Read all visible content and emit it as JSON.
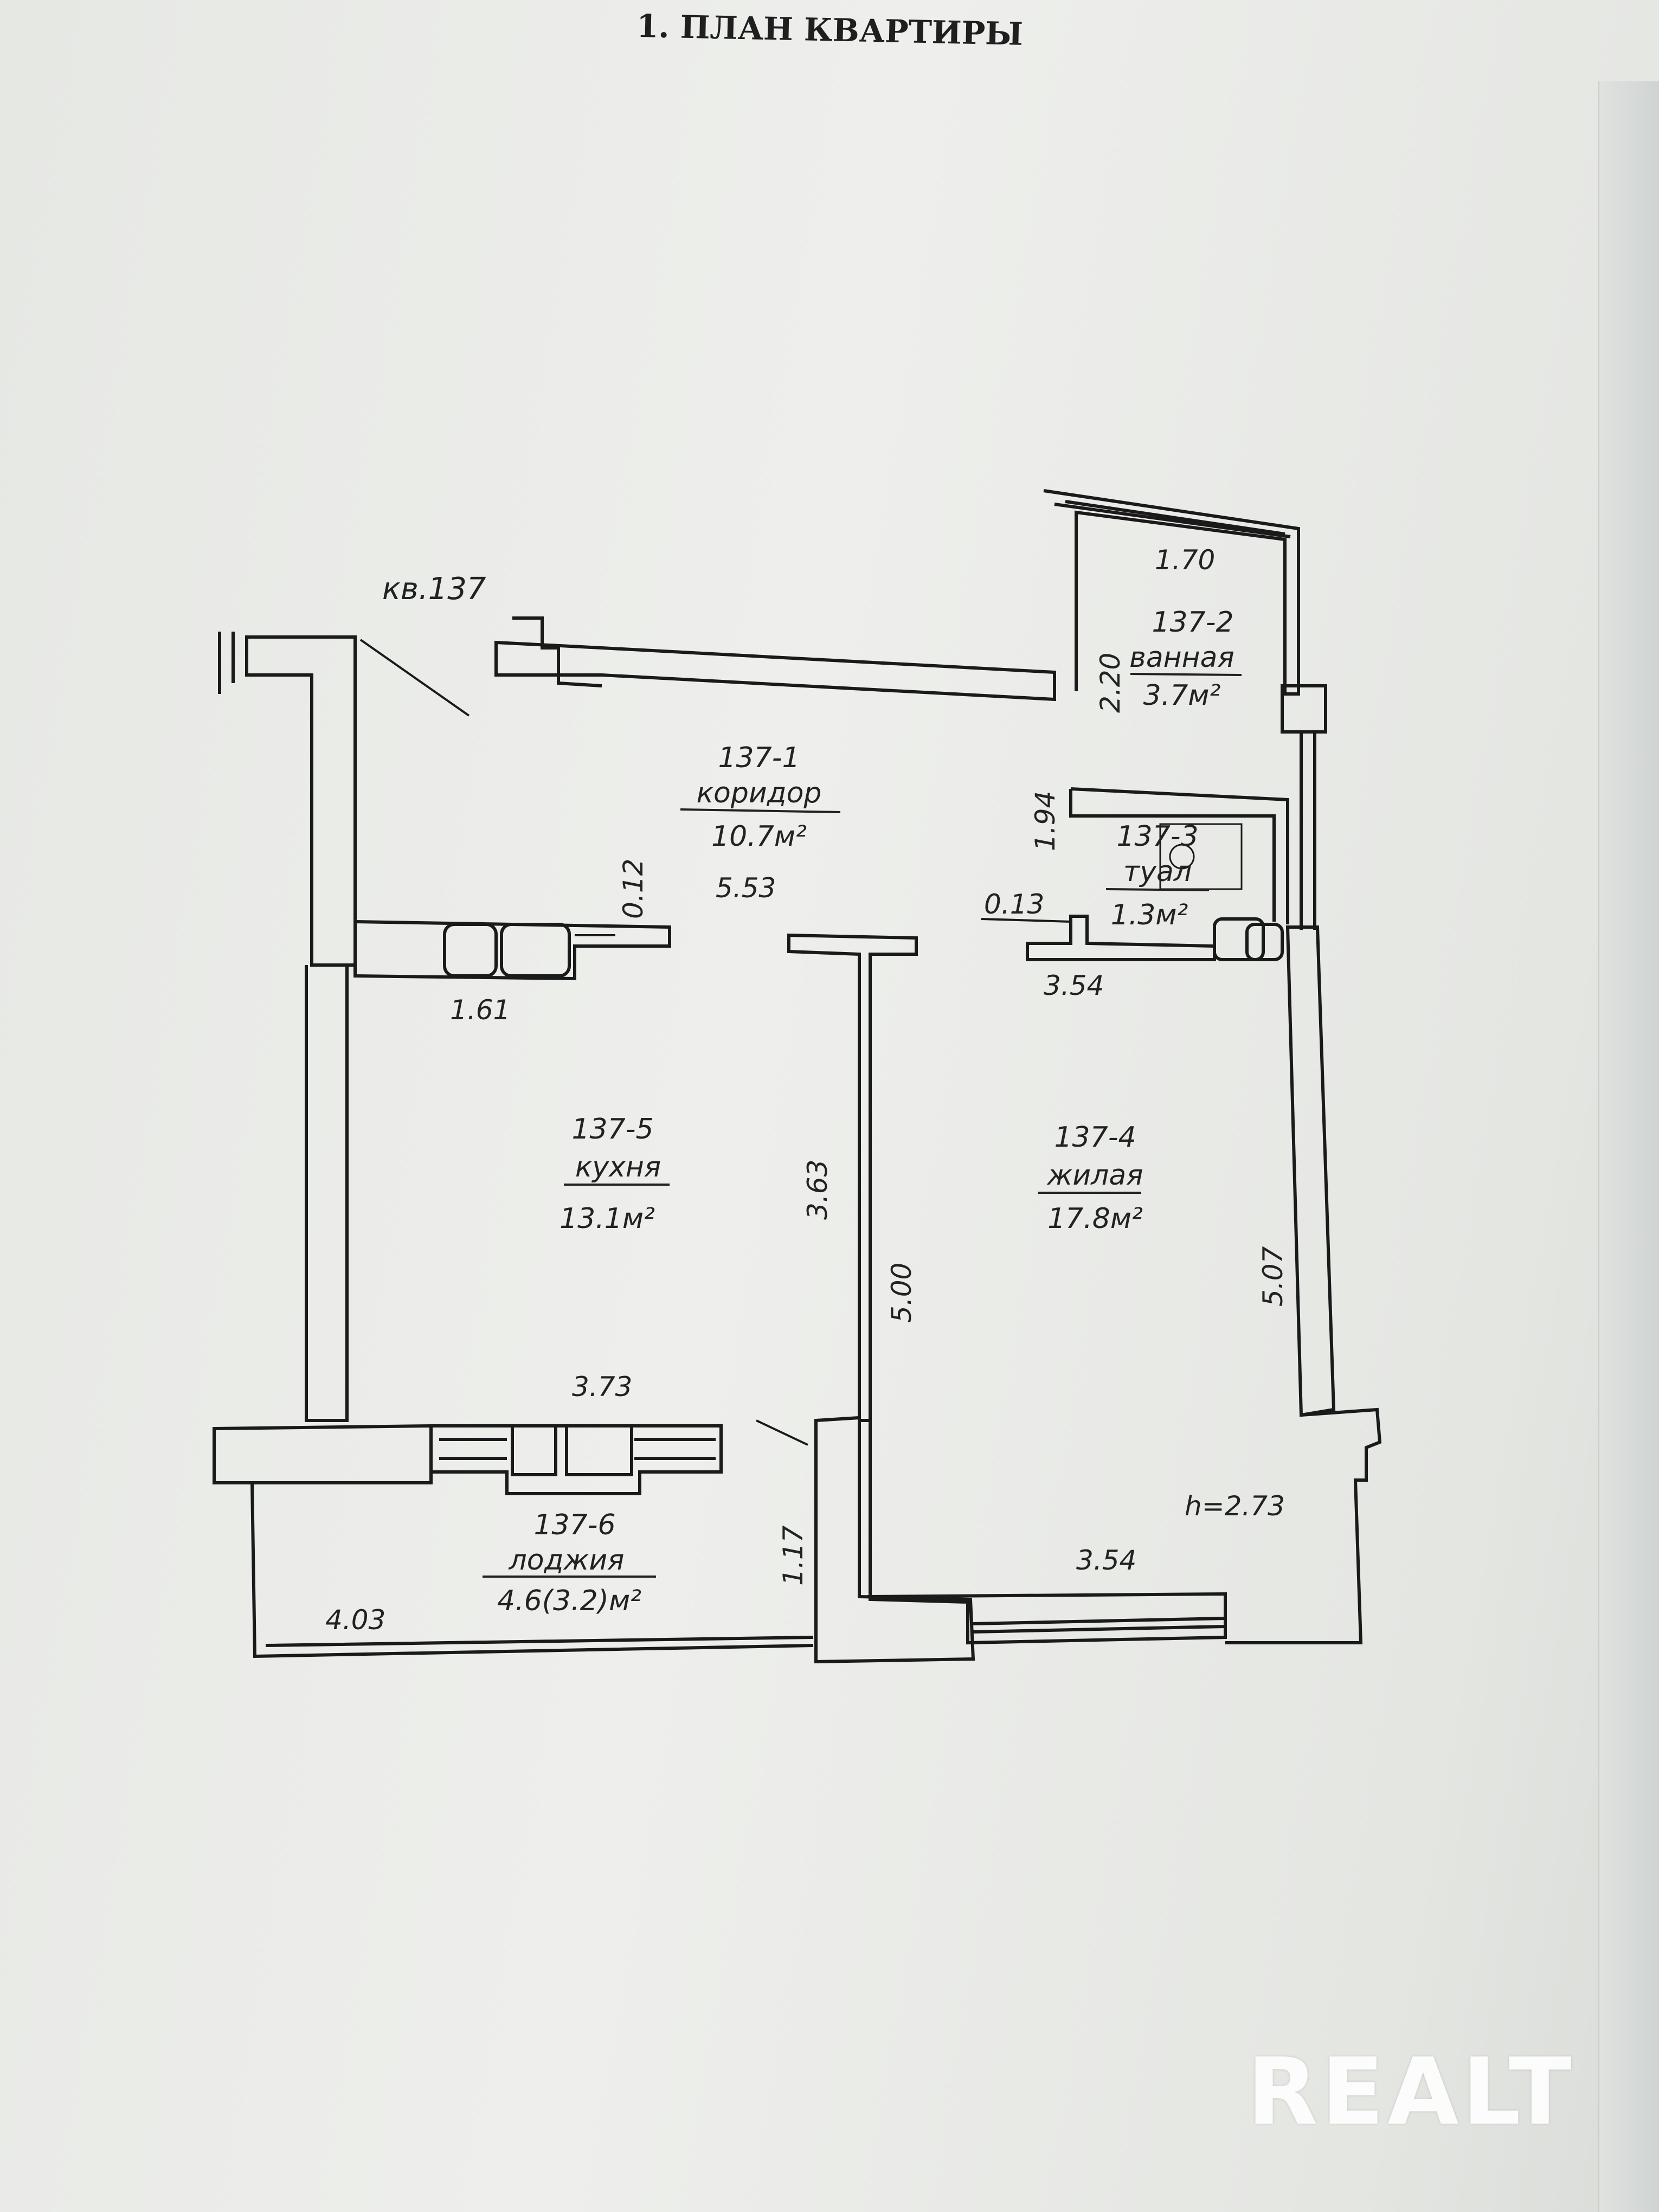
{
  "title": "1. ПЛАН КВАРТИРЫ",
  "apartment_label": "кв.137",
  "watermark": "REALT",
  "rooms": [
    {
      "id": "137-1",
      "name": "коридор",
      "area": "10.7м²"
    },
    {
      "id": "137-2",
      "name": "ванная",
      "area": "3.7м²"
    },
    {
      "id": "137-3",
      "name": "туал",
      "area": "1.3м²"
    },
    {
      "id": "137-4",
      "name": "жилая",
      "area": "17.8м²"
    },
    {
      "id": "137-5",
      "name": "кухня",
      "area": "13.1м²"
    },
    {
      "id": "137-6",
      "name": "лоджия",
      "area": "4.6(3.2)м²"
    }
  ],
  "dimensions": {
    "bath_width": "1.70",
    "bath_depth": "2.20",
    "toilet_depth": "1.94",
    "wall_012": "0.12",
    "wall_013": "0.13",
    "corridor_len": "5.53",
    "kitchen_top": "1.61",
    "toilet_width": "3.54",
    "kitchen_depth": "3.63",
    "partition_len": "5.00",
    "living_depth": "5.07",
    "kitchen_width": "3.73",
    "loggia_depth": "1.17",
    "loggia_len": "4.03",
    "living_width": "3.54",
    "ceiling_height": "h=2.73"
  },
  "colors": {
    "ink": "#1a1a1a",
    "paper": "#ebece9"
  }
}
